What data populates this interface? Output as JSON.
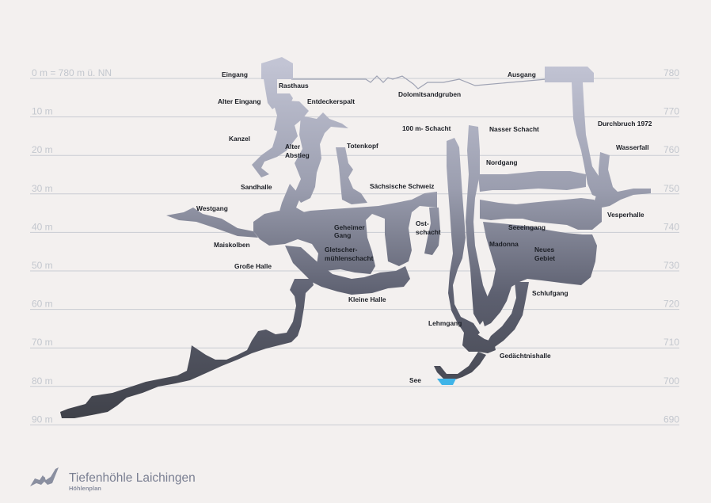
{
  "colors": {
    "background": "#f3f0ef",
    "grid": "#c9ccd3",
    "axis_text": "#c3c7ce",
    "cave_top": "#c2c4d4",
    "cave_bottom": "#3f4149",
    "water": "#3fb4e8"
  },
  "depth_labels": [
    "0 m = 780 m ü. NN",
    "10 m",
    "20 m",
    "30 m",
    "40 m",
    "50 m",
    "60 m",
    "70 m",
    "80 m",
    "90 m"
  ],
  "altitude_labels": [
    "780",
    "770",
    "760",
    "750",
    "740",
    "730",
    "720",
    "710",
    "700",
    "690"
  ],
  "labels": {
    "eingang": "Eingang",
    "rasthaus": "Rasthaus",
    "alter_eingang": "Alter Eingang",
    "entdeckerspalt": "Entdeckerspalt",
    "dolomitsandgruben": "Dolomitsandgruben",
    "ausgang": "Ausgang",
    "kanzel": "Kanzel",
    "alter_abstieg_1": "Alter",
    "alter_abstieg_2": "Abstieg",
    "totenkopf": "Totenkopf",
    "schacht_100m": "100 m- Schacht",
    "nasser_schacht": "Nasser Schacht",
    "durchbruch": "Durchbruch 1972",
    "wasserfall": "Wasserfall",
    "nordgang": "Nordgang",
    "sandhalle": "Sandhalle",
    "saechsische_schweiz": "Sächsische Schweiz",
    "westgang": "Westgang",
    "vesperhalle": "Vesperhalle",
    "geheimer_1": "Geheimer",
    "geheimer_2": "Gang",
    "ost_1": "Ost-",
    "ost_2": "schacht",
    "seeeingang": "Seeeingang",
    "maiskolben": "Maiskolben",
    "gletscher_1": "Gletscher-",
    "gletscher_2": "mühlenschacht",
    "madonna": "Madonna",
    "neues_1": "Neues",
    "neues_2": "Gebiet",
    "grosse_halle": "Große Halle",
    "schlufgang": "Schlufgang",
    "kleine_halle": "Kleine Halle",
    "lehmgang": "Lehmgang",
    "gaechtnishalle": "Gedächtnishalle",
    "see": "See"
  },
  "footer": {
    "title": "Tiefenhöhle Laichingen",
    "subtitle": "Höhlenplan",
    "logo_icon": "bat-icon"
  }
}
